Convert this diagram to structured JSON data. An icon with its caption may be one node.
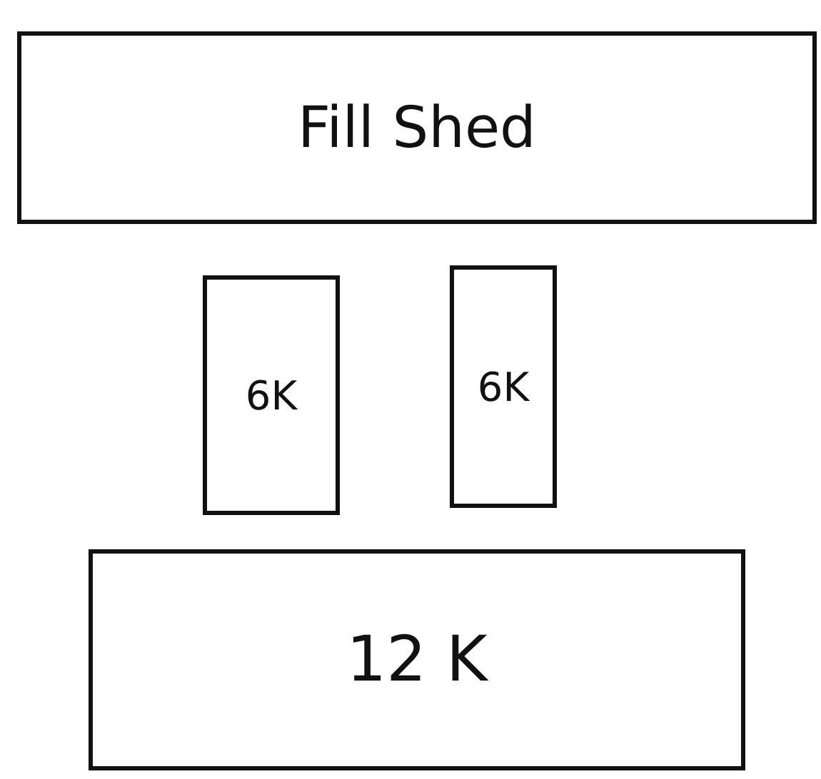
{
  "diagram": {
    "nodes": [
      {
        "text": [
          "Fill Shed"
        ]
      },
      {
        "text": [
          "6K"
        ]
      },
      {
        "text": [
          "6K"
        ]
      },
      {
        "text": [
          "12 K"
        ]
      }
    ]
  }
}
